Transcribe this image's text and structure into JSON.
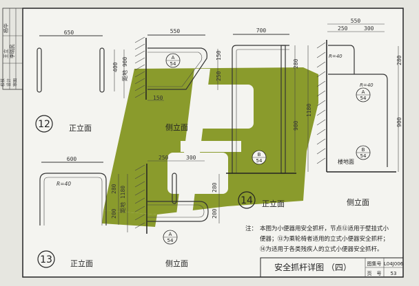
{
  "sidebar": {
    "rows": [
      "校核",
      "设计",
      "审图"
    ],
    "signatures": [
      "王立",
      "李晓民",
      "杨华"
    ]
  },
  "detail12": {
    "number": "12",
    "front_label": "正立面",
    "side_label": "侧立面",
    "dims": {
      "width": "650",
      "height": "400",
      "floor_height": "距地 900",
      "side_width": "550",
      "d150a": "150",
      "d250": "250",
      "d150b": "150"
    },
    "ref": {
      "top": "A",
      "bottom": "54"
    }
  },
  "detail13": {
    "number": "13",
    "front_label": "正立面",
    "side_label": "侧立面",
    "dims": {
      "width": "600",
      "radius": "R=40",
      "h280": "280",
      "h200": "200",
      "floor_height": "距地 1180",
      "side_250": "250",
      "side_300": "300",
      "side_280": "280",
      "side_200": "200"
    },
    "ref": {
      "top": "A",
      "bottom": "54"
    }
  },
  "detail14": {
    "number": "14",
    "front_label": "正立面",
    "side_label": "侧立面",
    "dims": {
      "width": "700",
      "h280": "280",
      "h900": "900",
      "h1180": "1180",
      "side_550": "550",
      "side_250": "250",
      "side_300": "300",
      "side_280": "280",
      "side_900": "900",
      "r1": "R=40",
      "r2": "R=40"
    },
    "floor_label": "楼地面",
    "refA": {
      "top": "A",
      "bottom": "54"
    },
    "refB": {
      "top": "B",
      "bottom": "54"
    },
    "refB2": {
      "top": "B",
      "bottom": "54"
    }
  },
  "notes": {
    "prefix": "注：",
    "lines": [
      "本图为小便器用安全抓杆，节点⑫适用于壁挂式小",
      "便器；⑬为乘轮椅者适用的立式小便器安全抓杆；",
      "⑭为适用于各类残疾人的立式小便器安全抓杆。"
    ]
  },
  "title_block": {
    "title": "安全抓杆详图 （四）",
    "atlas_label": "图集号",
    "atlas_value": "L04J006",
    "page_label": "页　号",
    "page_value": "53"
  },
  "colors": {
    "watermark": "#8a9b2c",
    "paper": "#f4f4f0"
  }
}
